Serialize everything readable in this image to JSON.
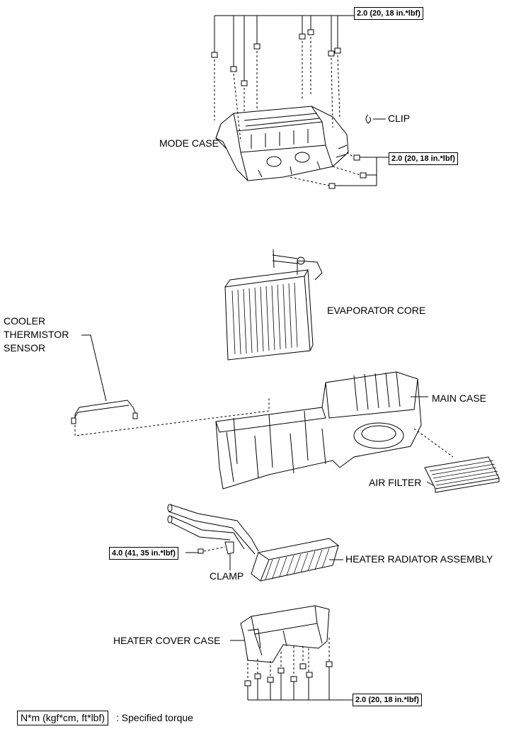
{
  "labels": {
    "clip": "CLIP",
    "mode_case": "MODE CASE",
    "evaporator_core": "EVAPORATOR CORE",
    "cooler_line1": "COOLER",
    "cooler_line2": "THERMISTOR",
    "cooler_line3": "SENSOR",
    "main_case": "MAIN CASE",
    "air_filter": "AIR FILTER",
    "heater_radiator": "HEATER RADIATOR ASSEMBLY",
    "clamp": "CLAMP",
    "heater_cover_case": "HEATER COVER CASE"
  },
  "torque": {
    "mode_case_top": "2.0 (20, 18 in.*lbf)",
    "mode_case_side": "2.0 (20, 18 in.*lbf)",
    "heater_radiator": "4.0 (41, 35 in.*lbf)",
    "heater_cover": "2.0 (20, 18 in.*lbf)"
  },
  "legend": {
    "unit_box": "N*m (kgf*cm, ft*lbf)",
    "description": ": Specified torque"
  }
}
